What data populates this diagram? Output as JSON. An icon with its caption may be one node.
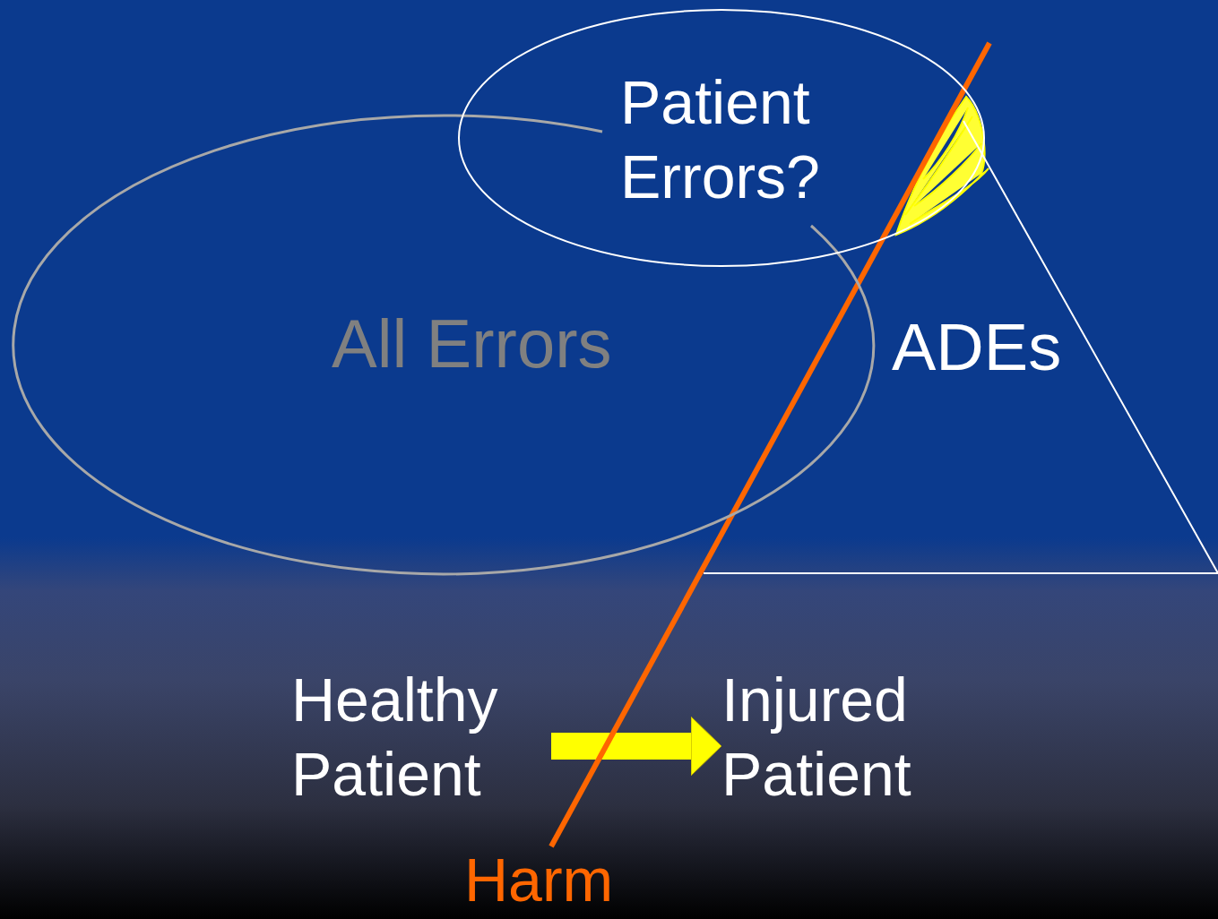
{
  "diagram": {
    "nodes": [
      {
        "text": [
          "All Errors"
        ]
      },
      {
        "text": [
          "Patient Errors?"
        ]
      },
      {
        "text": [
          "ADEs"
        ]
      },
      {
        "text": [
          "Healthy Patient"
        ]
      },
      {
        "text": [
          "Injured Patient"
        ]
      }
    ],
    "edges": [
      {
        "from": 3,
        "to": 4,
        "arrow": "to"
      }
    ],
    "labels": [
      "Harm"
    ]
  }
}
